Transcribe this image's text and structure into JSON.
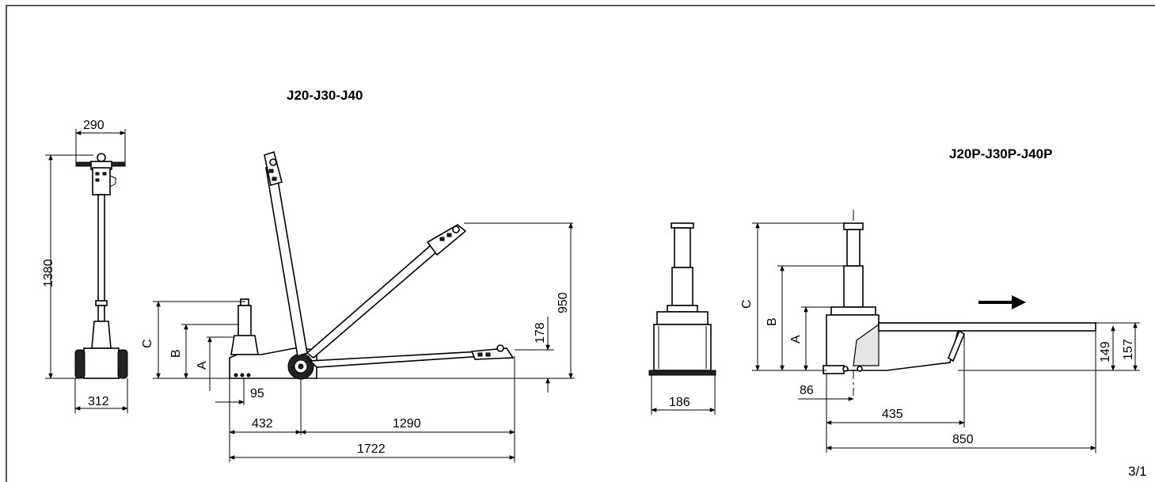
{
  "titles": {
    "left_model": "J20-J30-J40",
    "right_model": "J20P-J30P-J40P"
  },
  "page_number": "3/1",
  "dimensions": {
    "front_top_width": "290",
    "front_height": "1380",
    "front_base_width": "312",
    "side_dim_c": "C",
    "side_dim_b": "B",
    "side_dim_a": "A",
    "side_offset": "95",
    "side_front_length": "432",
    "side_handle_length": "1290",
    "side_total_length": "1722",
    "side_handle_low": "178",
    "side_handle_high": "950",
    "p_front_width": "186",
    "p_dim_c": "C",
    "p_dim_b": "B",
    "p_dim_a": "A",
    "p_offset": "86",
    "p_front_length": "435",
    "p_total_length": "850",
    "p_height_149": "149",
    "p_height_157": "157"
  }
}
